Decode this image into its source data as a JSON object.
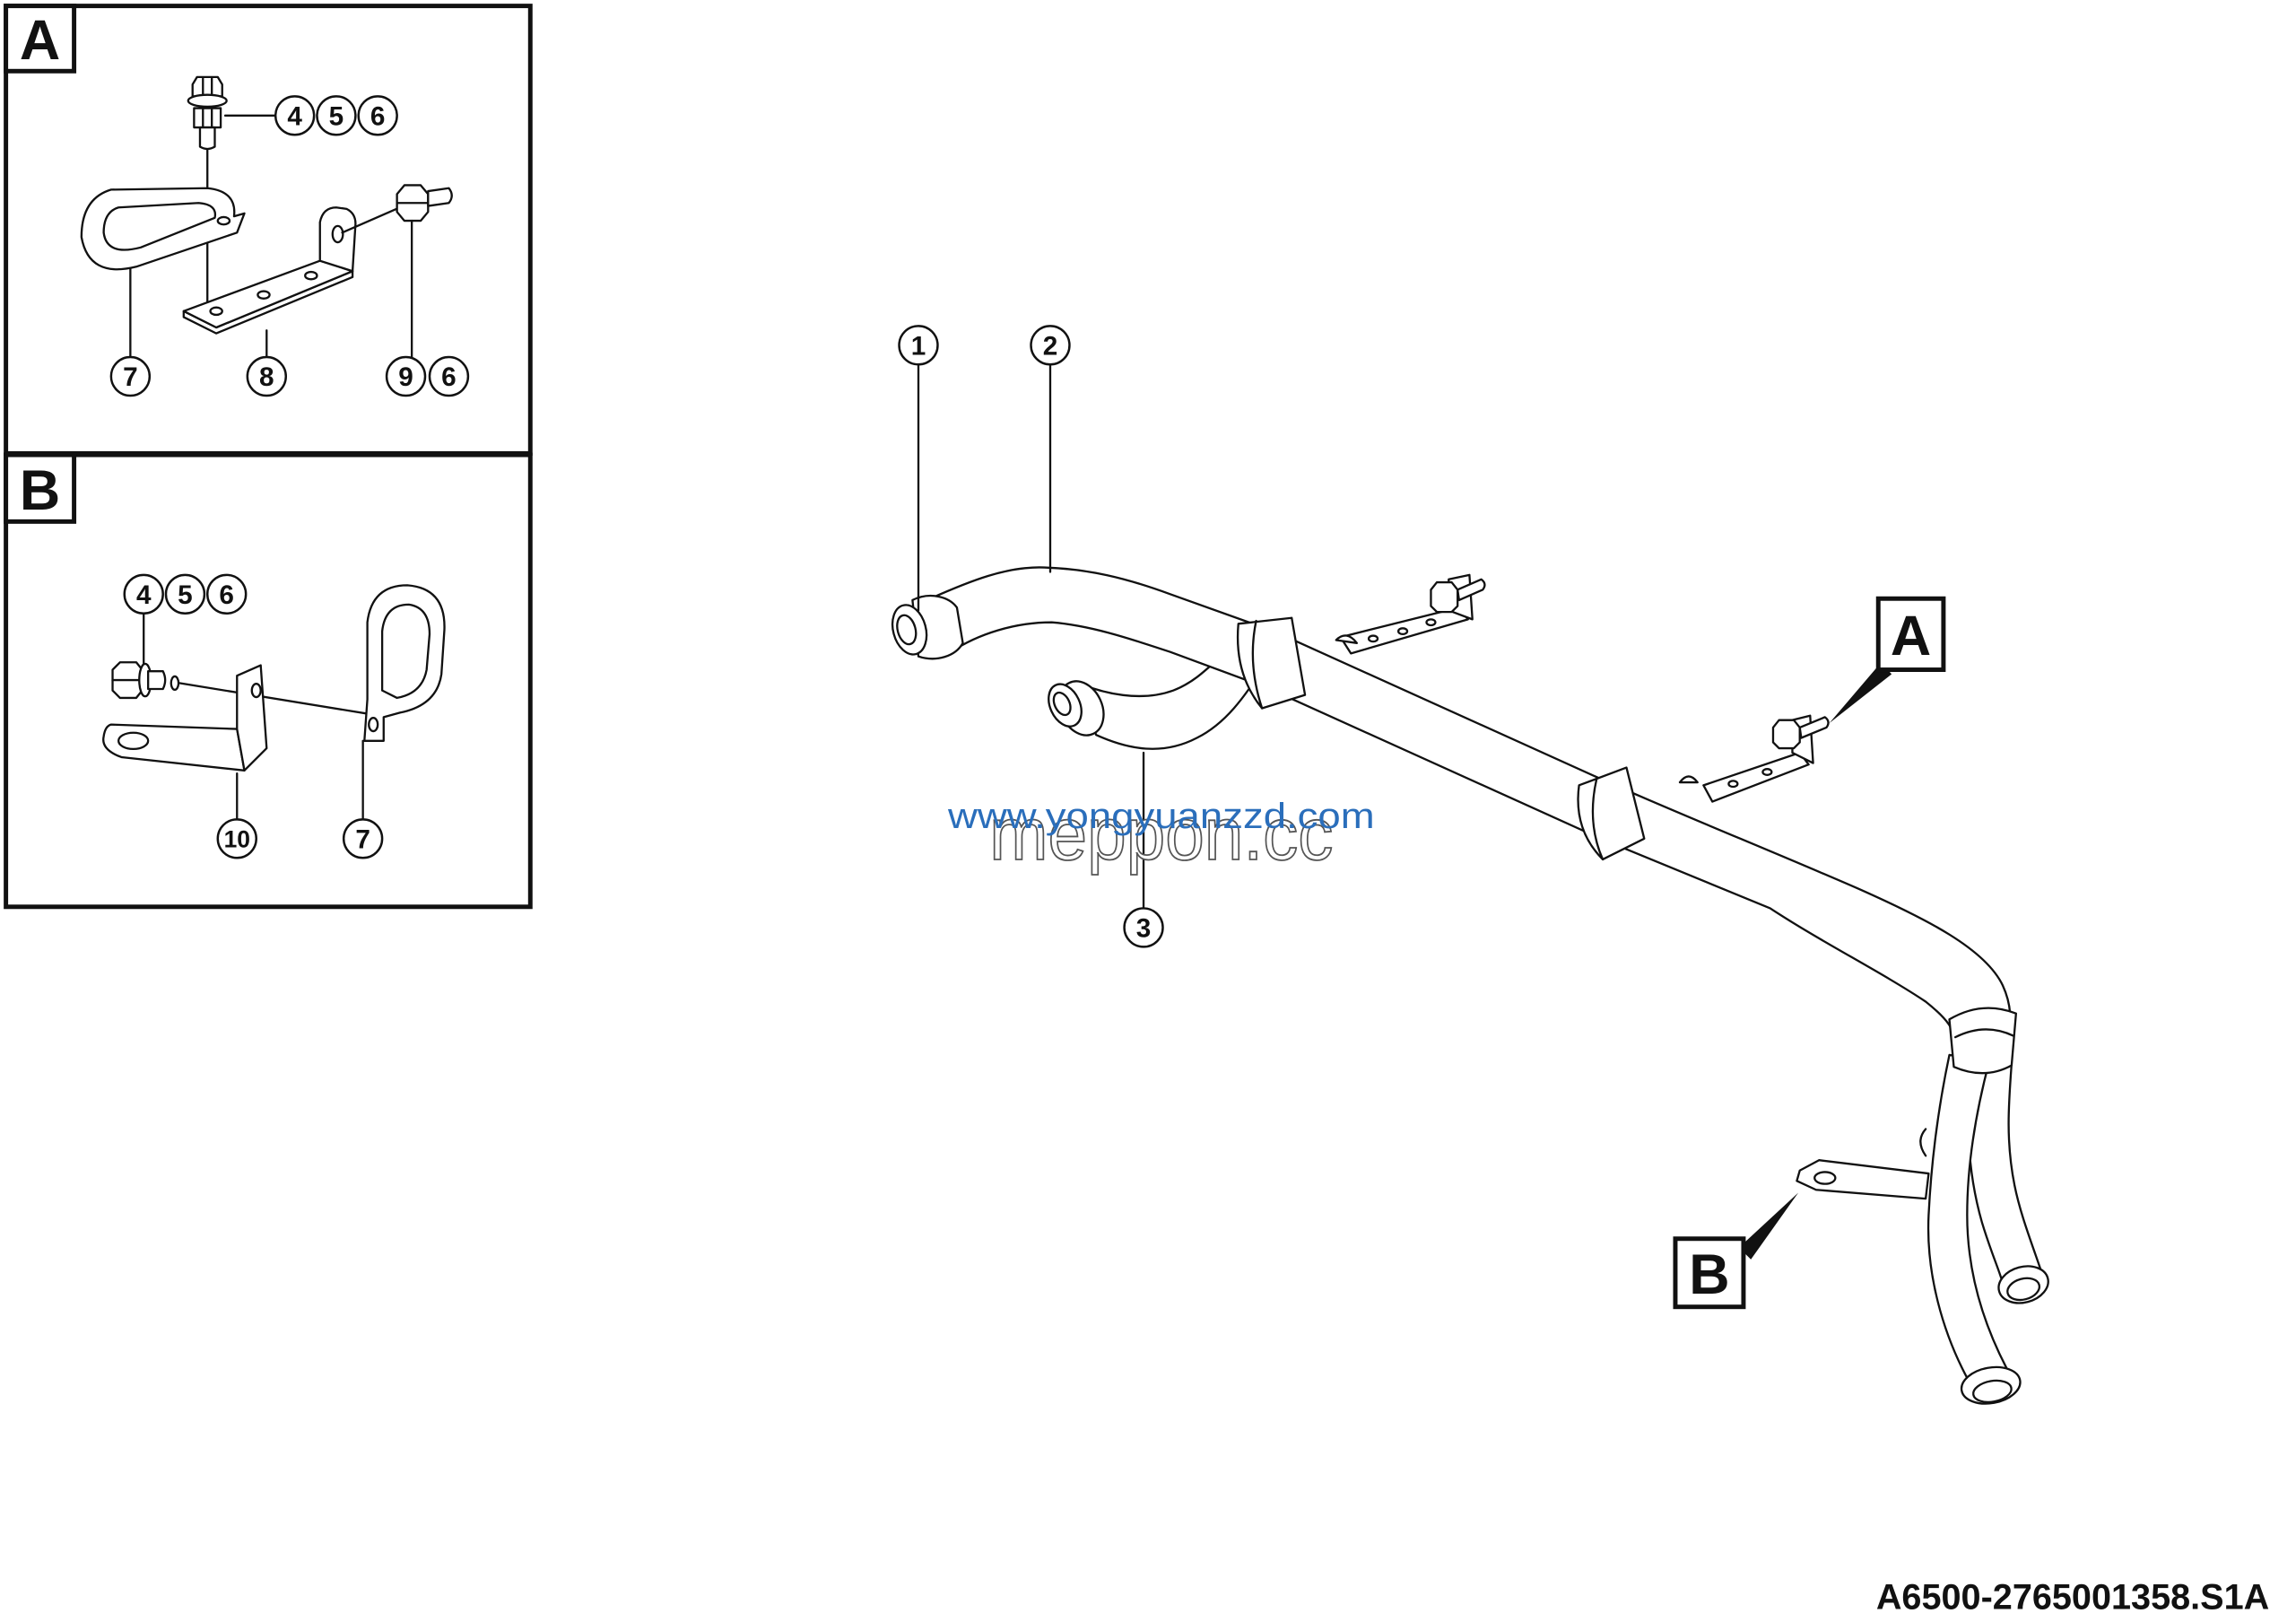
{
  "diagram": {
    "part_number": "A6500-2765001358.S1A",
    "watermark": {
      "url": "www.yongyuanzzd.com",
      "brand": "meppon.cc",
      "url_color": "#2a6ebb"
    },
    "detail_a": {
      "label": "A",
      "callouts": [
        "4",
        "5",
        "6",
        "7",
        "8",
        "9",
        "6"
      ]
    },
    "detail_b": {
      "label": "B",
      "callouts": [
        "4",
        "5",
        "6",
        "10",
        "7"
      ]
    },
    "main_view": {
      "callouts": [
        "1",
        "2",
        "3"
      ],
      "view_markers": [
        "A",
        "B"
      ]
    }
  }
}
